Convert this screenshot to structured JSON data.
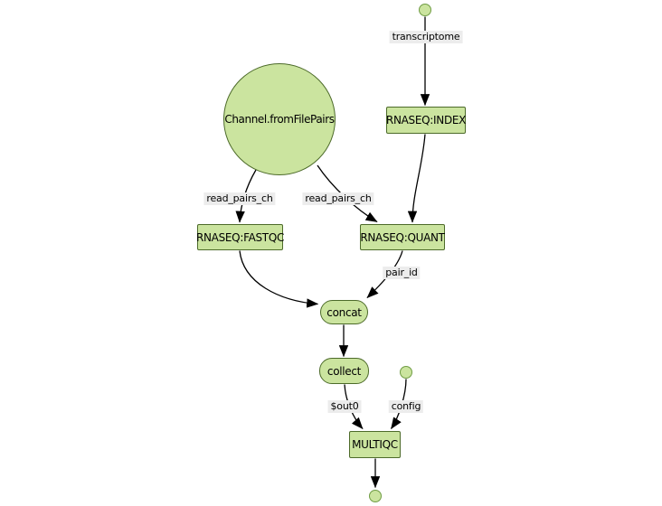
{
  "colors": {
    "canvas-bg": "#ffffff",
    "node-fill": "#cbe49f",
    "node-border": "#4d6b2a",
    "point-border": "#6f9c43",
    "label-bg": "#ececec",
    "edge": "#000000",
    "text": "#000000"
  },
  "nodes": {
    "transcriptome_source": {
      "shape": "point",
      "label": ""
    },
    "channel": {
      "shape": "circle",
      "label": "Channel.fromFilePairs"
    },
    "index": {
      "shape": "box",
      "label": "RNASEQ:INDEX"
    },
    "fastqc": {
      "shape": "box",
      "label": "RNASEQ:FASTQC"
    },
    "quant": {
      "shape": "box",
      "label": "RNASEQ:QUANT"
    },
    "concat": {
      "shape": "pill",
      "label": "concat"
    },
    "collect": {
      "shape": "pill",
      "label": "collect"
    },
    "config_source": {
      "shape": "point",
      "label": ""
    },
    "multiqc": {
      "shape": "box",
      "label": "MULTIQC"
    },
    "output_sink": {
      "shape": "point",
      "label": ""
    }
  },
  "edges": [
    {
      "from": "transcriptome_source",
      "to": "index",
      "label": "transcriptome"
    },
    {
      "from": "channel",
      "to": "fastqc",
      "label": "read_pairs_ch"
    },
    {
      "from": "channel",
      "to": "quant",
      "label": "read_pairs_ch"
    },
    {
      "from": "index",
      "to": "quant"
    },
    {
      "from": "fastqc",
      "to": "concat"
    },
    {
      "from": "quant",
      "to": "concat",
      "label": "pair_id"
    },
    {
      "from": "concat",
      "to": "collect"
    },
    {
      "from": "collect",
      "to": "multiqc",
      "label": "$out0"
    },
    {
      "from": "config_source",
      "to": "multiqc",
      "label": "config"
    },
    {
      "from": "multiqc",
      "to": "output_sink"
    }
  ]
}
